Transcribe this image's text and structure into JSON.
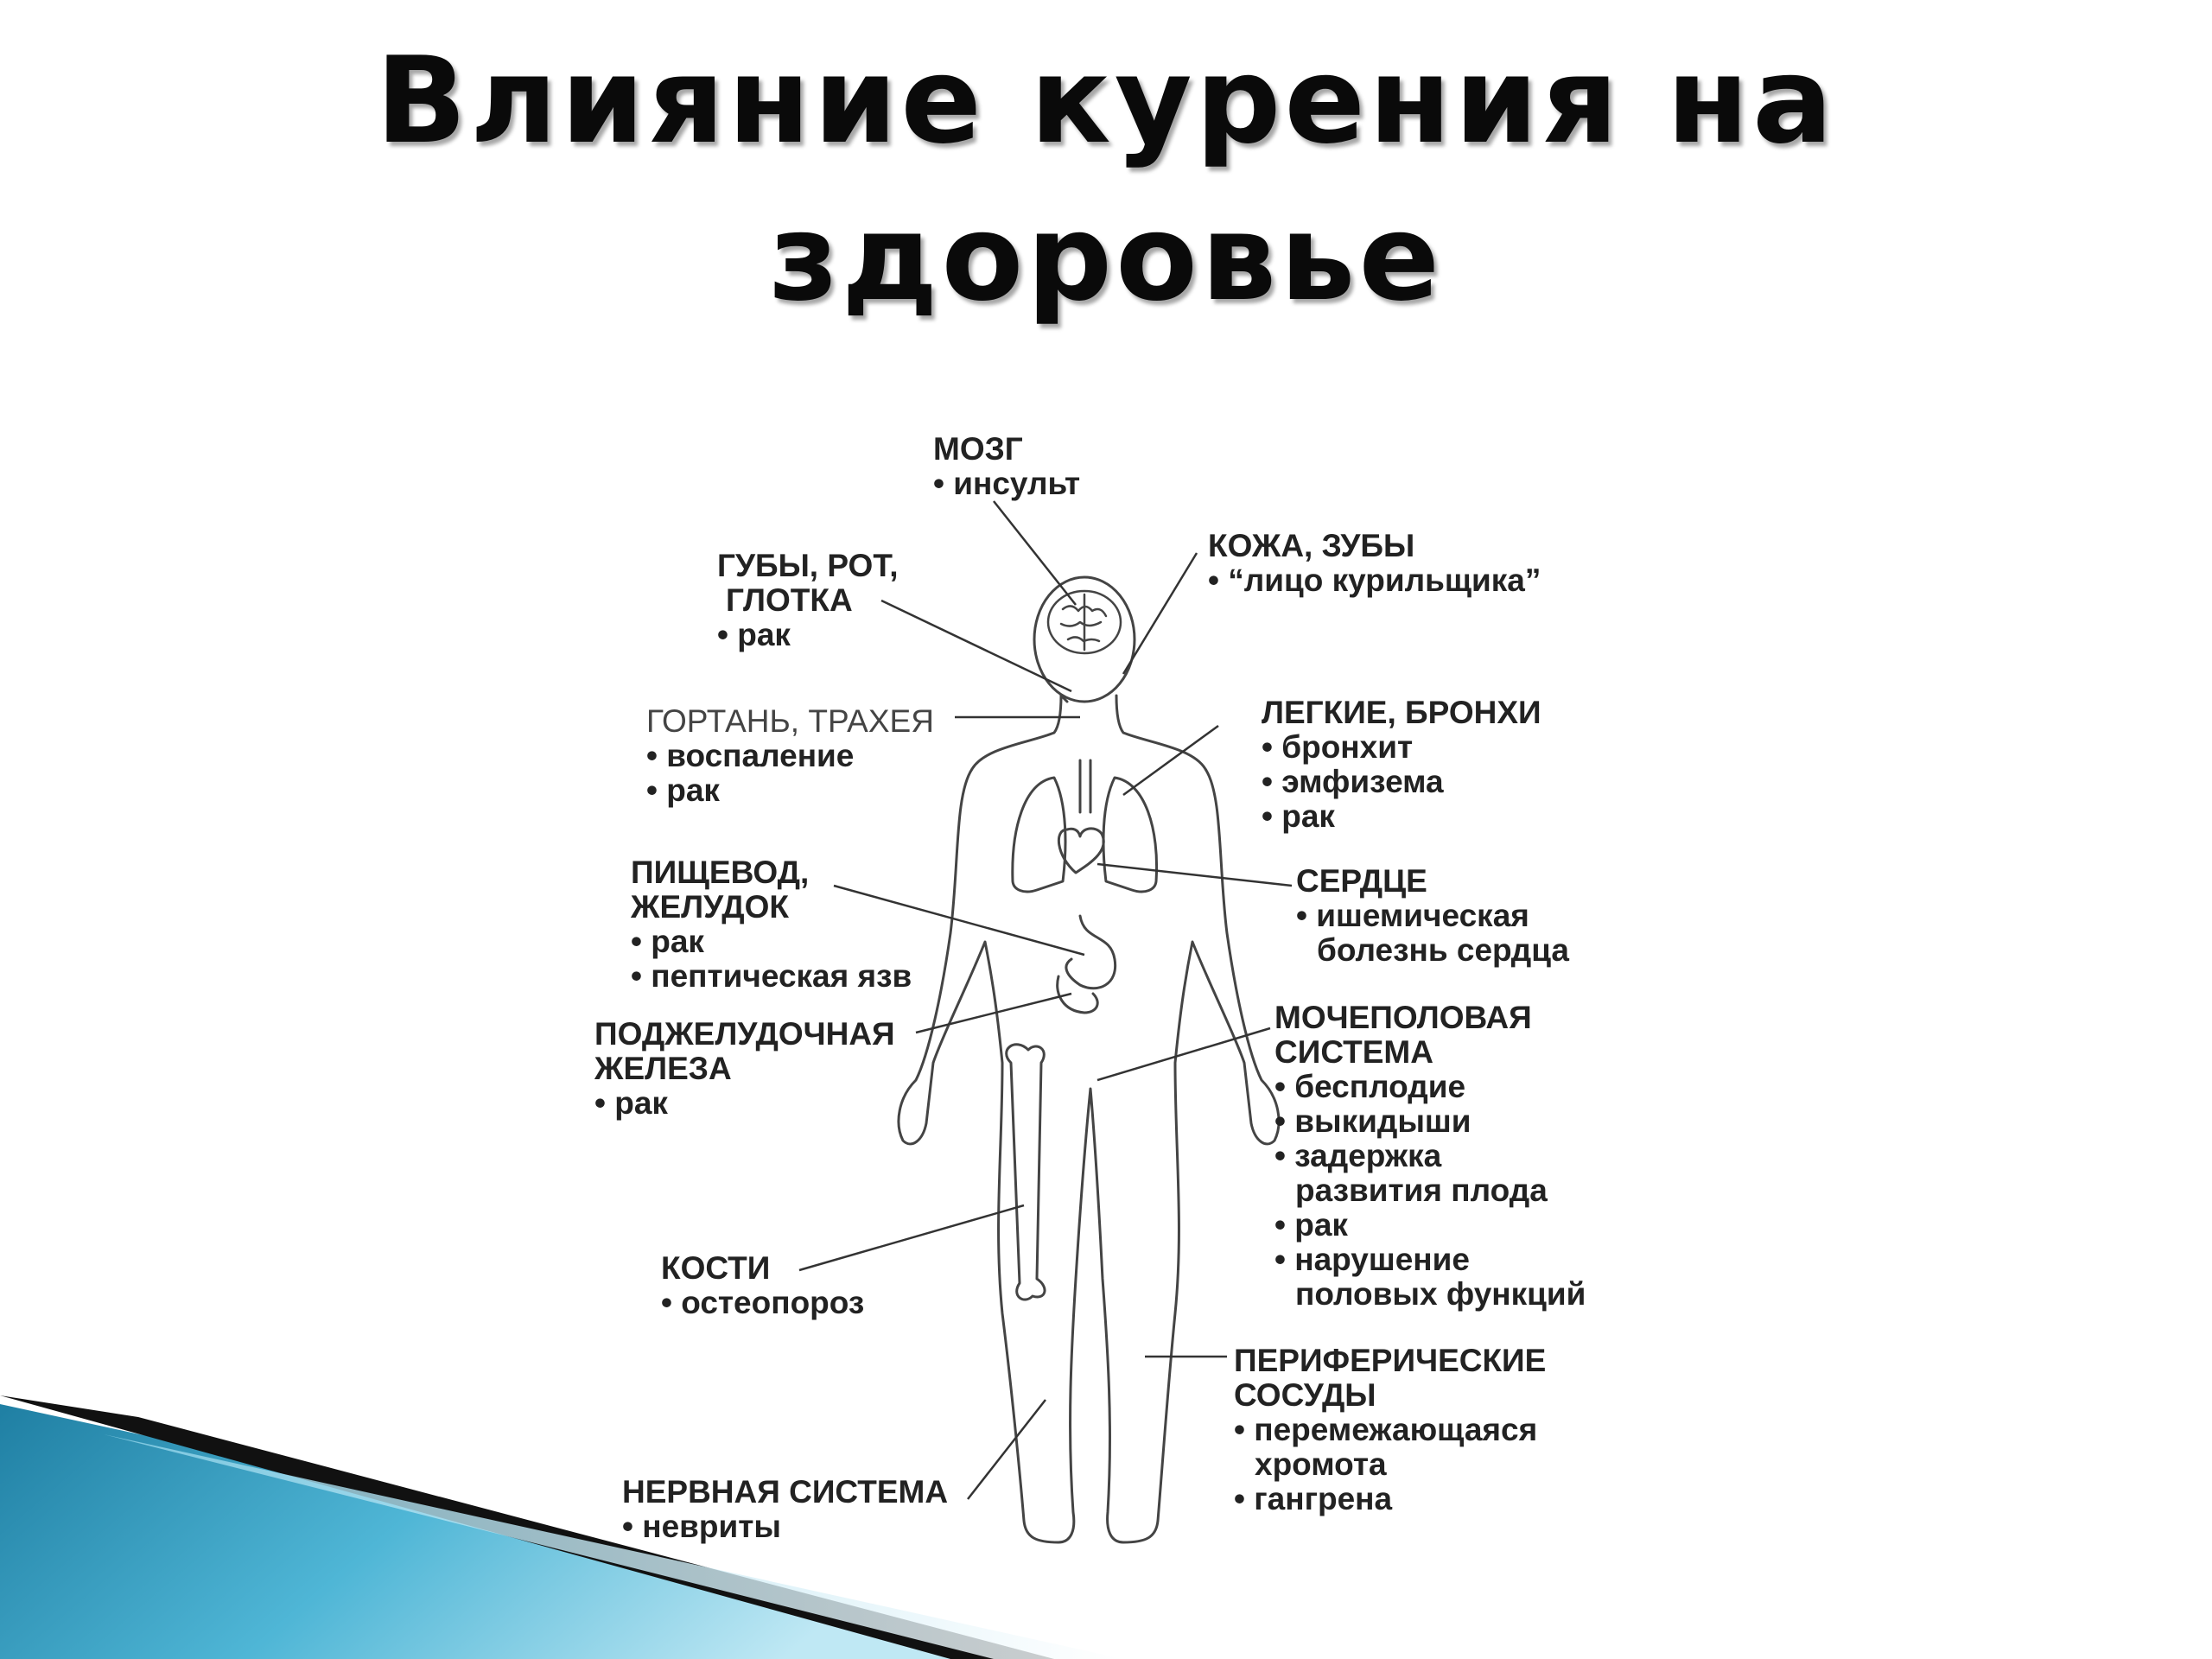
{
  "title": {
    "line1": "Влияние курения на",
    "line2": "здоровье"
  },
  "colors": {
    "text": "#222222",
    "outline": "#444444",
    "accent_teal": "#2a8fb0",
    "accent_light": "#7fd0e8",
    "accent_dark": "#101010"
  },
  "labels": {
    "brain": {
      "header": "МОЗГ",
      "items": [
        "• инсульт"
      ]
    },
    "skin": {
      "header": "КОЖА, ЗУБЫ",
      "items": [
        "• “лицо курильщика”"
      ]
    },
    "mouth": {
      "header1": "ГУБЫ, РОТ,",
      "header2": "ГЛОТКА",
      "items": [
        "• рак"
      ]
    },
    "larynx": {
      "header": "ГОРТАНЬ, ТРАХЕЯ",
      "items": [
        "• воспаление",
        "• рак"
      ]
    },
    "lungs": {
      "header": "ЛЕГКИЕ, БРОНХИ",
      "items": [
        "• бронхит",
        "• эмфизема",
        "• рак"
      ]
    },
    "esophagus": {
      "header1": "ПИЩЕВОД,",
      "header2": "ЖЕЛУДОК",
      "items": [
        "• рак",
        "• пептическая язв"
      ]
    },
    "heart": {
      "header": "СЕРДЦЕ",
      "item1": "• ишемическая",
      "item1_cont": "болезнь сердца"
    },
    "pancreas": {
      "header1": "ПОДЖЕЛУДОЧНАЯ",
      "header2": "ЖЕЛЕЗА",
      "items": [
        "• рак"
      ]
    },
    "urogenital": {
      "header1": "МОЧЕПОЛОВАЯ",
      "header2": "СИСТЕМА",
      "item1": "• бесплодие",
      "item2": "• выкидыши",
      "item3": "• задержка",
      "item3_cont": "развития плода",
      "item4": "• рак",
      "item5": "• нарушение",
      "item5_cont": "половых функций"
    },
    "bones": {
      "header": "КОСТИ",
      "items": [
        "• остеопороз"
      ]
    },
    "vessels": {
      "header1": "ПЕРИФЕРИЧЕСКИЕ",
      "header2": "СОСУДЫ",
      "item1": "• перемежающаяся",
      "item1_cont": "хромота",
      "item2": "• гангрена"
    },
    "nervous": {
      "header": "НЕРВНАЯ СИСТЕМА",
      "items": [
        "• невриты"
      ]
    }
  }
}
